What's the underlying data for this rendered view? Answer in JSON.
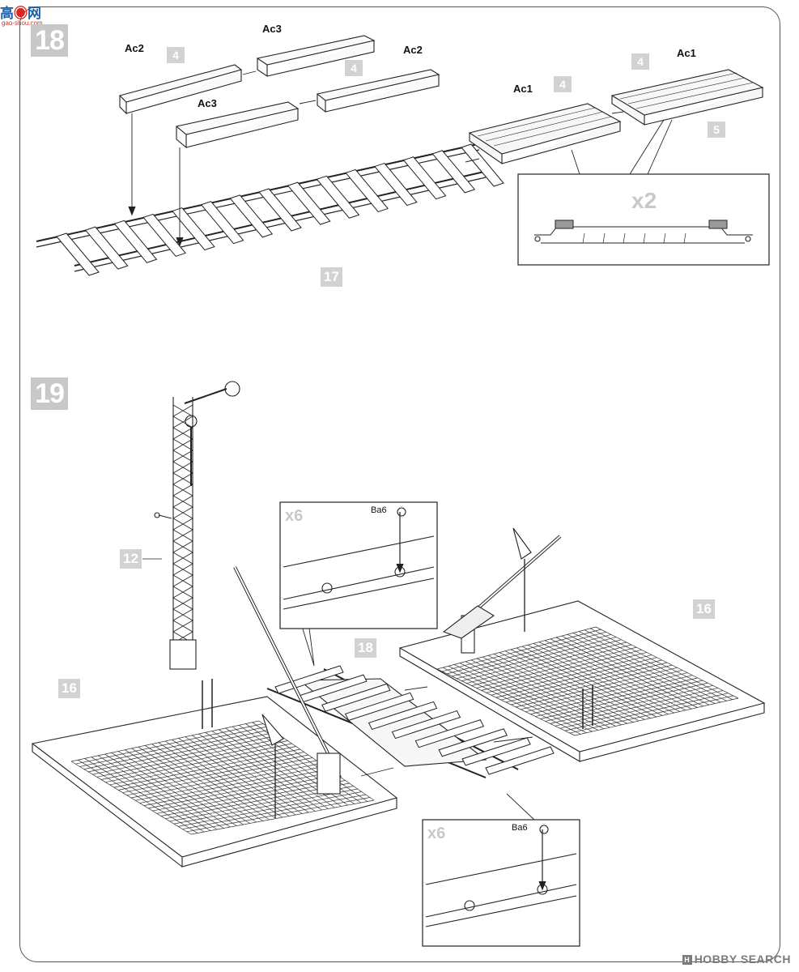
{
  "site_logo": {
    "text_a": "高",
    "text_b": "◉",
    "text_c": "网",
    "sub": "gao-shou.com"
  },
  "watermark": {
    "icon": "H",
    "text": "HOBBY SEARCH"
  },
  "step18": {
    "number": "18",
    "labels": {
      "ac2_a": "Ac2",
      "ac3_a": "Ac3",
      "ac2_b": "Ac2",
      "ac3_b": "Ac3",
      "ac1_a": "Ac1",
      "ac1_b": "Ac1"
    },
    "refs": {
      "r4_a": "4",
      "r4_b": "4",
      "r4_c": "4",
      "r4_d": "4",
      "r5": "5",
      "r17": "17"
    },
    "inset_multiplier": "x2"
  },
  "step19": {
    "number": "19",
    "refs": {
      "r12": "12",
      "r16_right": "16",
      "r16_left": "16",
      "r18": "18"
    },
    "inset_a": {
      "multiplier": "x6",
      "part": "Ba6"
    },
    "inset_b": {
      "multiplier": "x6",
      "part": "Ba6"
    }
  }
}
